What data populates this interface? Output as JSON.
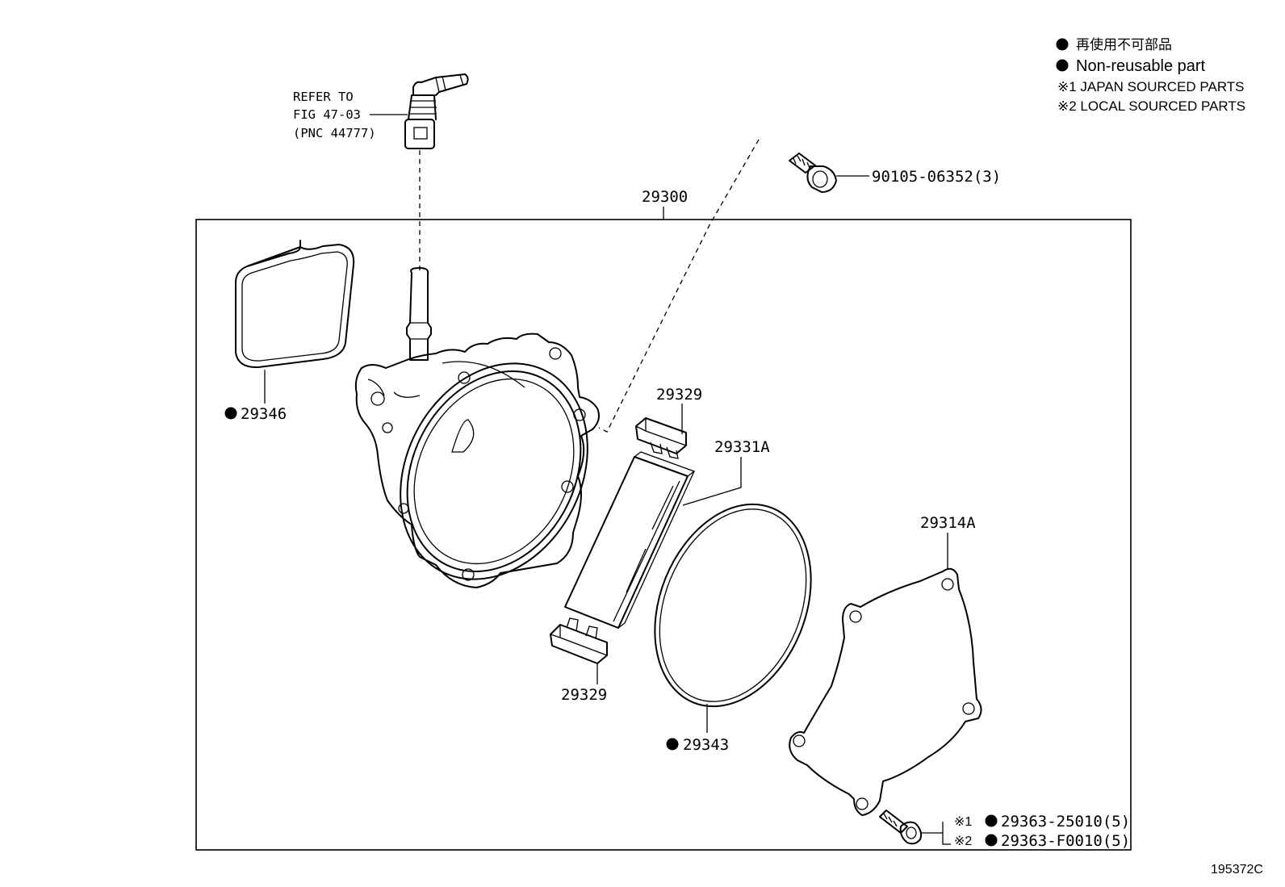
{
  "legend": {
    "non_reusable_jp": "再使用不可部品",
    "non_reusable_en": "Non-reusable part",
    "note1": "※1 JAPAN SOURCED PARTS",
    "note2": "※2 LOCAL SOURCED PARTS"
  },
  "refer": {
    "line1": "REFER TO",
    "line2": "FIG 47-03",
    "line3": "(PNC 44777)"
  },
  "parts": {
    "assembly": "29300",
    "bolt": "90105-06352(3)",
    "gasket_intake": "29346",
    "seal_top": "29329",
    "vane": "29331A",
    "seal_bottom": "29329",
    "oring": "29343",
    "cover": "29314A",
    "screw_jp_mark": "※1",
    "screw_jp": "29363-25010(5)",
    "screw_local_mark": "※2",
    "screw_local": "29363-F0010(5)"
  },
  "figure_code": "195372C"
}
